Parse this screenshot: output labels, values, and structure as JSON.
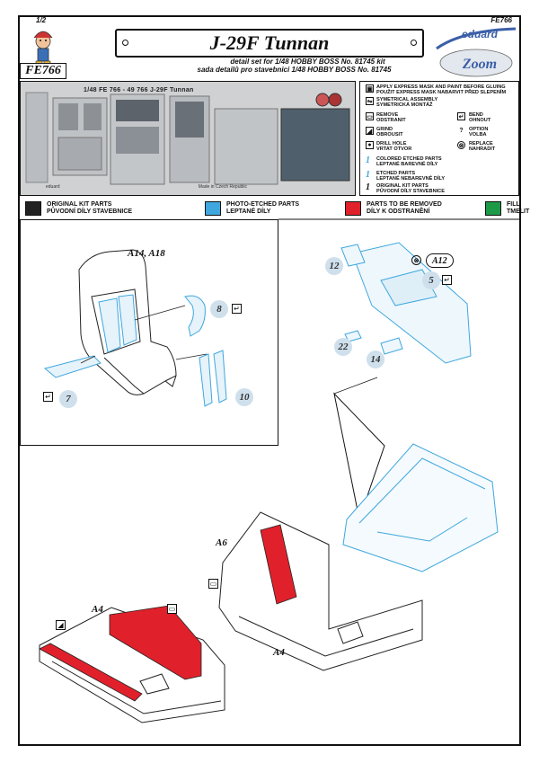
{
  "header": {
    "page_number": "1/2",
    "code_top": "FE766",
    "code_box": "FE766",
    "title": "J-29F Tunnan",
    "subtitle_en": "detail set for 1/48 HOBBY BOSS  No. 81745 kit",
    "subtitle_cz": "sada detailů pro stavebnici 1/48 HOBBY BOSS No. 81745",
    "brand": "eduard",
    "brand_sub": "Zoom"
  },
  "fret": {
    "label": "1/48   FE 766  -  49 766   J-29F  Tunnan",
    "small_text": "eduard",
    "country": "Made in Czech Republic"
  },
  "legend": [
    {
      "icon": "mask",
      "text": "APPLY EXPRESS MASK AND PAINT BEFORE GLUING\nPOUŽIT EXPRESS MASK NABARVIT PŘED SLEPENÍM"
    },
    {
      "icon": "sym",
      "text": "SYMETRICAL ASSEMBLY\nSYMETRICKÁ MONTÁŽ"
    },
    {
      "icon": "remove",
      "text": "REMOVE\nODSTRANIT"
    },
    {
      "icon": "bend",
      "text": "BEND\nOHNOUT"
    },
    {
      "icon": "grind",
      "text": "GRIND\nOBROUSIT"
    },
    {
      "icon": "option",
      "text": "OPTION\nVOLBA"
    },
    {
      "icon": "drill",
      "text": "DRILL HOLE\nVRTAT OTVOR"
    },
    {
      "icon": "replace",
      "text": "REPLACE\nNAHRADIT"
    },
    {
      "icon": "colored",
      "text": "COLORED ETCHED PARTS\nLEPTANÉ BAREVNÉ DÍLY"
    },
    {
      "icon": "etched",
      "text": "ETCHED PARTS\nLEPTANÉ NEBAREVNÉ DÍLY"
    },
    {
      "icon": "original",
      "text": "ORIGINAL KIT PARTS\nPŮVODNÍ DÍLY STAVEBNICE"
    }
  ],
  "color_key": [
    {
      "color": "#222222",
      "text": "ORIGINAL KIT PARTS\nPŮVODNÍ DÍLY STAVEBNICE"
    },
    {
      "color": "#3fa7de",
      "text": "PHOTO-ETCHED PARTS\nLEPTANÉ DÍLY"
    },
    {
      "color": "#e0212b",
      "text": "PARTS TO BE REMOVED\nDÍLY K ODSTRANĚNÍ"
    },
    {
      "color": "#1c9a47",
      "text": "FILL\nTMELIT"
    }
  ],
  "diagram": {
    "seat_label": "A14, A18",
    "part_8": "8",
    "part_7": "7",
    "part_10": "10",
    "part_12": "12",
    "part_5": "5",
    "part_22": "22",
    "part_14": "14",
    "tag_a12": "A12",
    "label_a6": "A6",
    "label_a4_left": "A4",
    "label_a4_right": "A4"
  },
  "colors": {
    "etched": "#5fb5dd",
    "removed": "#e0212b",
    "bubble": "#cfe0ec",
    "fret_bg": "#cfd1d3"
  }
}
